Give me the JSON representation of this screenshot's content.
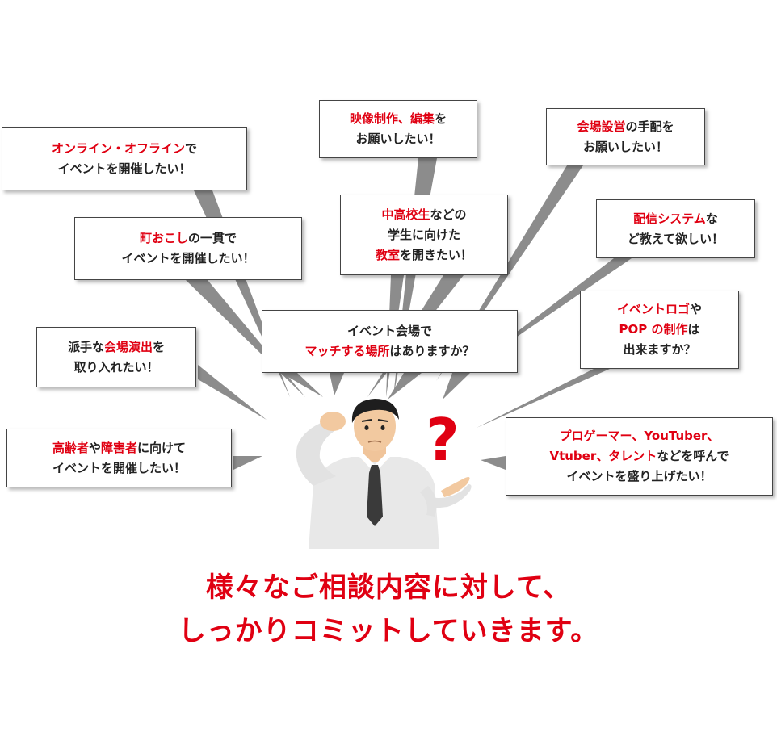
{
  "bubbles": {
    "b1": {
      "l1": [
        {
          "t": "オンライン・オフライン",
          "hl": true
        },
        {
          "t": "で",
          "hl": false
        }
      ],
      "l2": [
        {
          "t": "イベントを開催したい！",
          "hl": false
        }
      ]
    },
    "b2": {
      "l1": [
        {
          "t": "映像制作、編集",
          "hl": true
        },
        {
          "t": "を",
          "hl": false
        }
      ],
      "l2": [
        {
          "t": "お願いしたい！",
          "hl": false
        }
      ]
    },
    "b3": {
      "l1": [
        {
          "t": "会場設営",
          "hl": true
        },
        {
          "t": "の手配を",
          "hl": false
        }
      ],
      "l2": [
        {
          "t": "お願いしたい！",
          "hl": false
        }
      ]
    },
    "b4": {
      "l1": [
        {
          "t": "町おこし",
          "hl": true
        },
        {
          "t": "の一貫で",
          "hl": false
        }
      ],
      "l2": [
        {
          "t": "イベントを開催したい！",
          "hl": false
        }
      ]
    },
    "b5": {
      "l1": [
        {
          "t": "中高校生",
          "hl": true
        },
        {
          "t": "などの",
          "hl": false
        }
      ],
      "l2": [
        {
          "t": "学生に向けた",
          "hl": false
        }
      ],
      "l3": [
        {
          "t": "教室",
          "hl": true
        },
        {
          "t": "を開きたい！",
          "hl": false
        }
      ]
    },
    "b6": {
      "l1": [
        {
          "t": "配信システム",
          "hl": true
        },
        {
          "t": "な",
          "hl": false
        }
      ],
      "l2": [
        {
          "t": "ど教えて欲しい！",
          "hl": false
        }
      ]
    },
    "b7": {
      "l1": [
        {
          "t": "イベント会場で",
          "hl": false
        }
      ],
      "l2": [
        {
          "t": "マッチする場所",
          "hl": true
        },
        {
          "t": "はありますか？",
          "hl": false
        }
      ]
    },
    "b8": {
      "l1": [
        {
          "t": "イベントロゴ",
          "hl": true
        },
        {
          "t": "や",
          "hl": false
        }
      ],
      "l2": [
        {
          "t": "POP の制作",
          "hl": true
        },
        {
          "t": "は",
          "hl": false
        }
      ],
      "l3": [
        {
          "t": "出来ますか？",
          "hl": false
        }
      ]
    },
    "b9": {
      "l1": [
        {
          "t": "派手な",
          "hl": false
        },
        {
          "t": "会場演出",
          "hl": true
        },
        {
          "t": "を",
          "hl": false
        }
      ],
      "l2": [
        {
          "t": "取り入れたい！",
          "hl": false
        }
      ]
    },
    "b10": {
      "l1": [
        {
          "t": "高齢者",
          "hl": true
        },
        {
          "t": "や",
          "hl": false
        },
        {
          "t": "障害者",
          "hl": true
        },
        {
          "t": "に向けて",
          "hl": false
        }
      ],
      "l2": [
        {
          "t": "イベントを開催したい！",
          "hl": false
        }
      ]
    },
    "b11": {
      "l1": [
        {
          "t": "プロゲーマー、YouTuber、",
          "hl": true
        }
      ],
      "l2": [
        {
          "t": "Vtuber、タレント",
          "hl": true
        },
        {
          "t": "などを呼んで",
          "hl": false
        }
      ],
      "l3": [
        {
          "t": "イベントを盛り上げたい！",
          "hl": false
        }
      ]
    }
  },
  "headline": {
    "line1": "様々なご相談内容に対して、",
    "line2": "しっかりコミットしていきます。"
  },
  "question_mark": "?",
  "colors": {
    "accent": "#e00012",
    "ray": "#8c8c8c",
    "text": "#222222"
  },
  "icons": {
    "person": "confused-businessman-icon"
  }
}
